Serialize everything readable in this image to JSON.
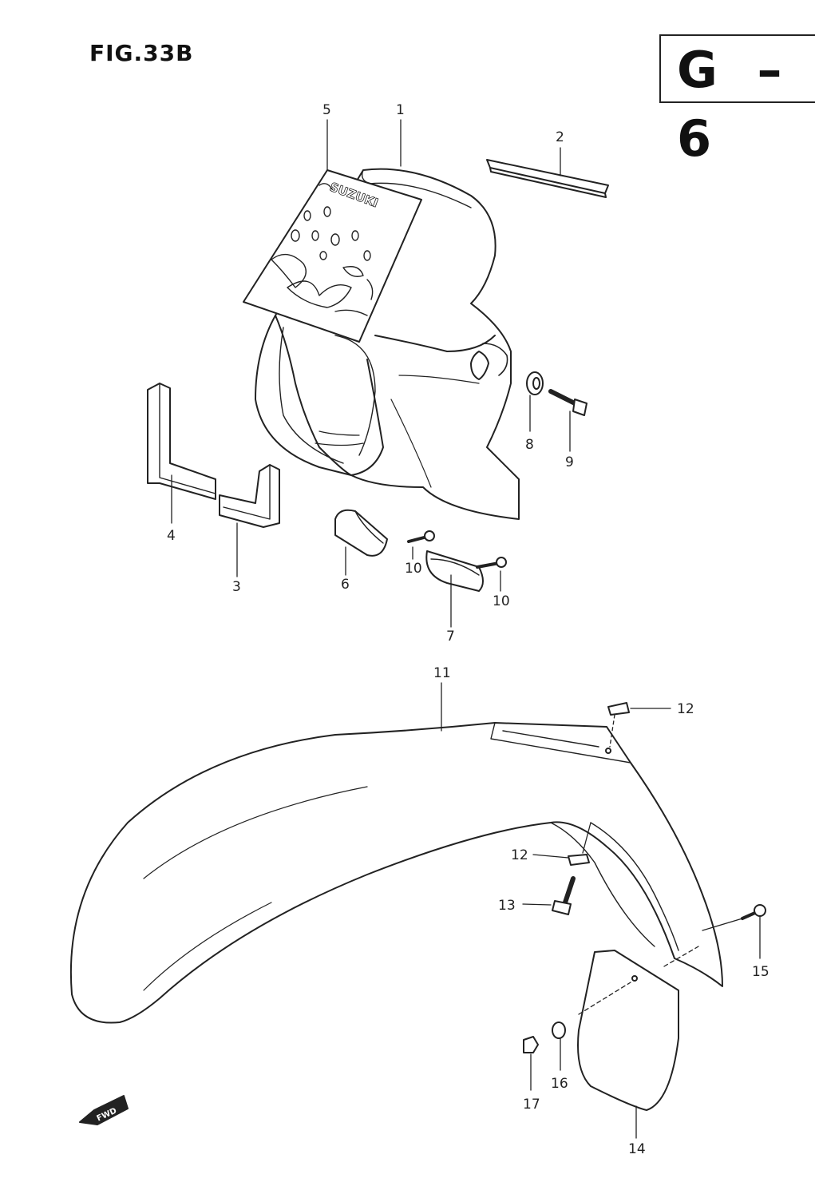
{
  "figure": {
    "title": "FIG.33B",
    "page_code": "G – 6"
  },
  "logo_text": "SUZUKI",
  "fwd_label": "FWD",
  "callouts": {
    "c1": "1",
    "c2": "2",
    "c3": "3",
    "c4": "4",
    "c5": "5",
    "c6": "6",
    "c7": "7",
    "c8": "8",
    "c9": "9",
    "c10a": "10",
    "c10b": "10",
    "c11": "11",
    "c12a": "12",
    "c12b": "12",
    "c13": "13",
    "c14": "14",
    "c15": "15",
    "c16": "16",
    "c17": "17"
  }
}
